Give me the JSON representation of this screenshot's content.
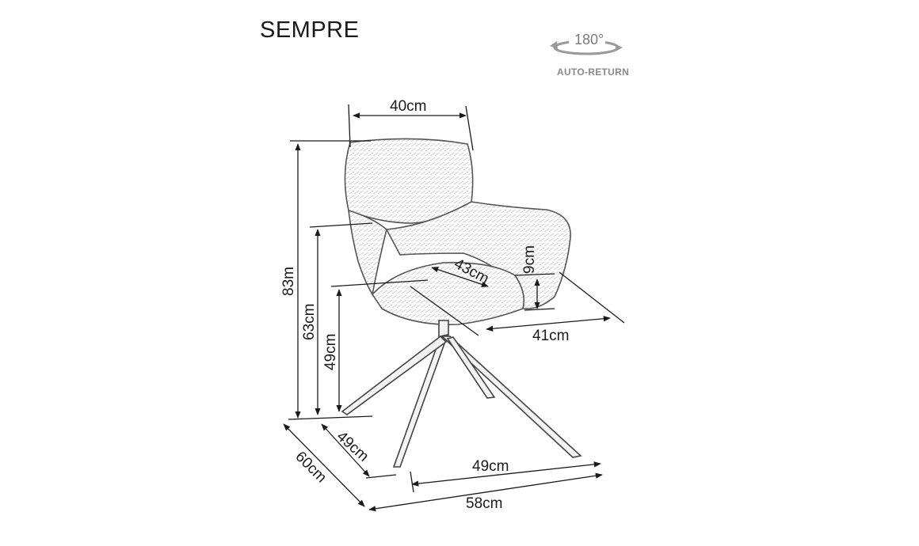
{
  "product_name": "SEMPRE",
  "rotation_badge": {
    "degrees": "180°",
    "label": "AUTO-RETURN",
    "icon": "rotate-180-icon"
  },
  "dimensions": {
    "top_width": "40cm",
    "total_height": "83m",
    "armrest_height": "63cm",
    "seat_height": "49cm",
    "seat_depth": "43cm",
    "armrest_above_seat": "9cm",
    "seat_width": "41cm",
    "base_depth": "49cm",
    "total_depth": "60cm",
    "base_width": "49cm",
    "total_width": "58cm"
  }
}
